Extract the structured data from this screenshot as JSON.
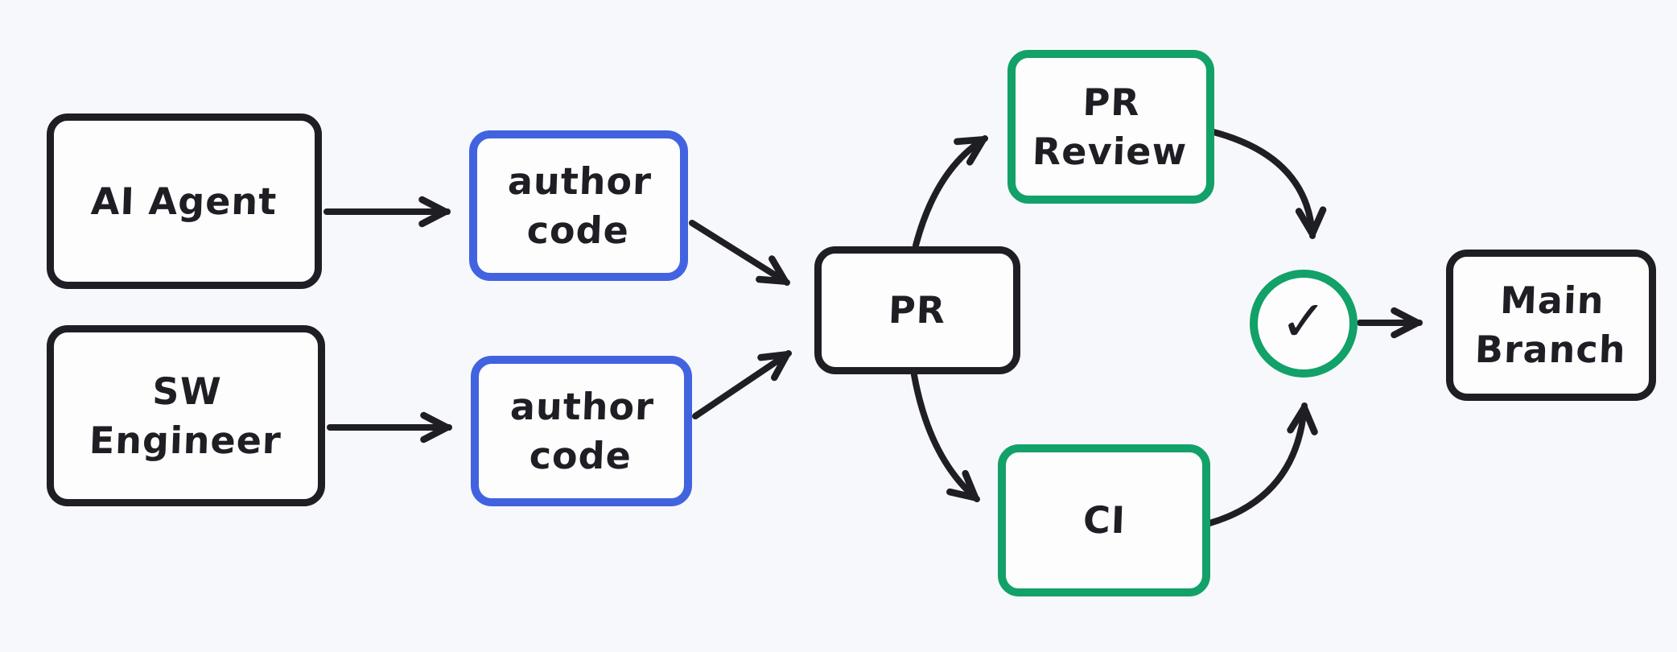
{
  "diagram": {
    "background": "#f7f8fb",
    "palette": {
      "ink": "#1e1e24",
      "blue": "#4263e0",
      "green": "#12a168"
    },
    "icons": {
      "check_icon": "✓"
    },
    "nodes": {
      "ai_agent": {
        "label": "AI Agent",
        "stroke": "ink"
      },
      "author_code_top": {
        "label": "author\ncode",
        "stroke": "blue"
      },
      "sw_engineer": {
        "label": "SW\nEngineer",
        "stroke": "ink"
      },
      "author_code_bottom": {
        "label": "author\ncode",
        "stroke": "blue"
      },
      "pr": {
        "label": "PR",
        "stroke": "ink"
      },
      "pr_review": {
        "label": "PR\nReview",
        "stroke": "green"
      },
      "ci": {
        "label": "CI",
        "stroke": "green"
      },
      "check": {
        "icon": "check-icon",
        "stroke": "green"
      },
      "main_branch": {
        "label": "Main\nBranch",
        "stroke": "ink"
      }
    },
    "edges": [
      {
        "from": "ai_agent",
        "to": "author_code_top"
      },
      {
        "from": "sw_engineer",
        "to": "author_code_bottom"
      },
      {
        "from": "author_code_top",
        "to": "pr"
      },
      {
        "from": "author_code_bottom",
        "to": "pr"
      },
      {
        "from": "pr",
        "to": "pr_review"
      },
      {
        "from": "pr",
        "to": "ci"
      },
      {
        "from": "pr_review",
        "to": "check"
      },
      {
        "from": "ci",
        "to": "check"
      },
      {
        "from": "check",
        "to": "main_branch"
      }
    ]
  }
}
